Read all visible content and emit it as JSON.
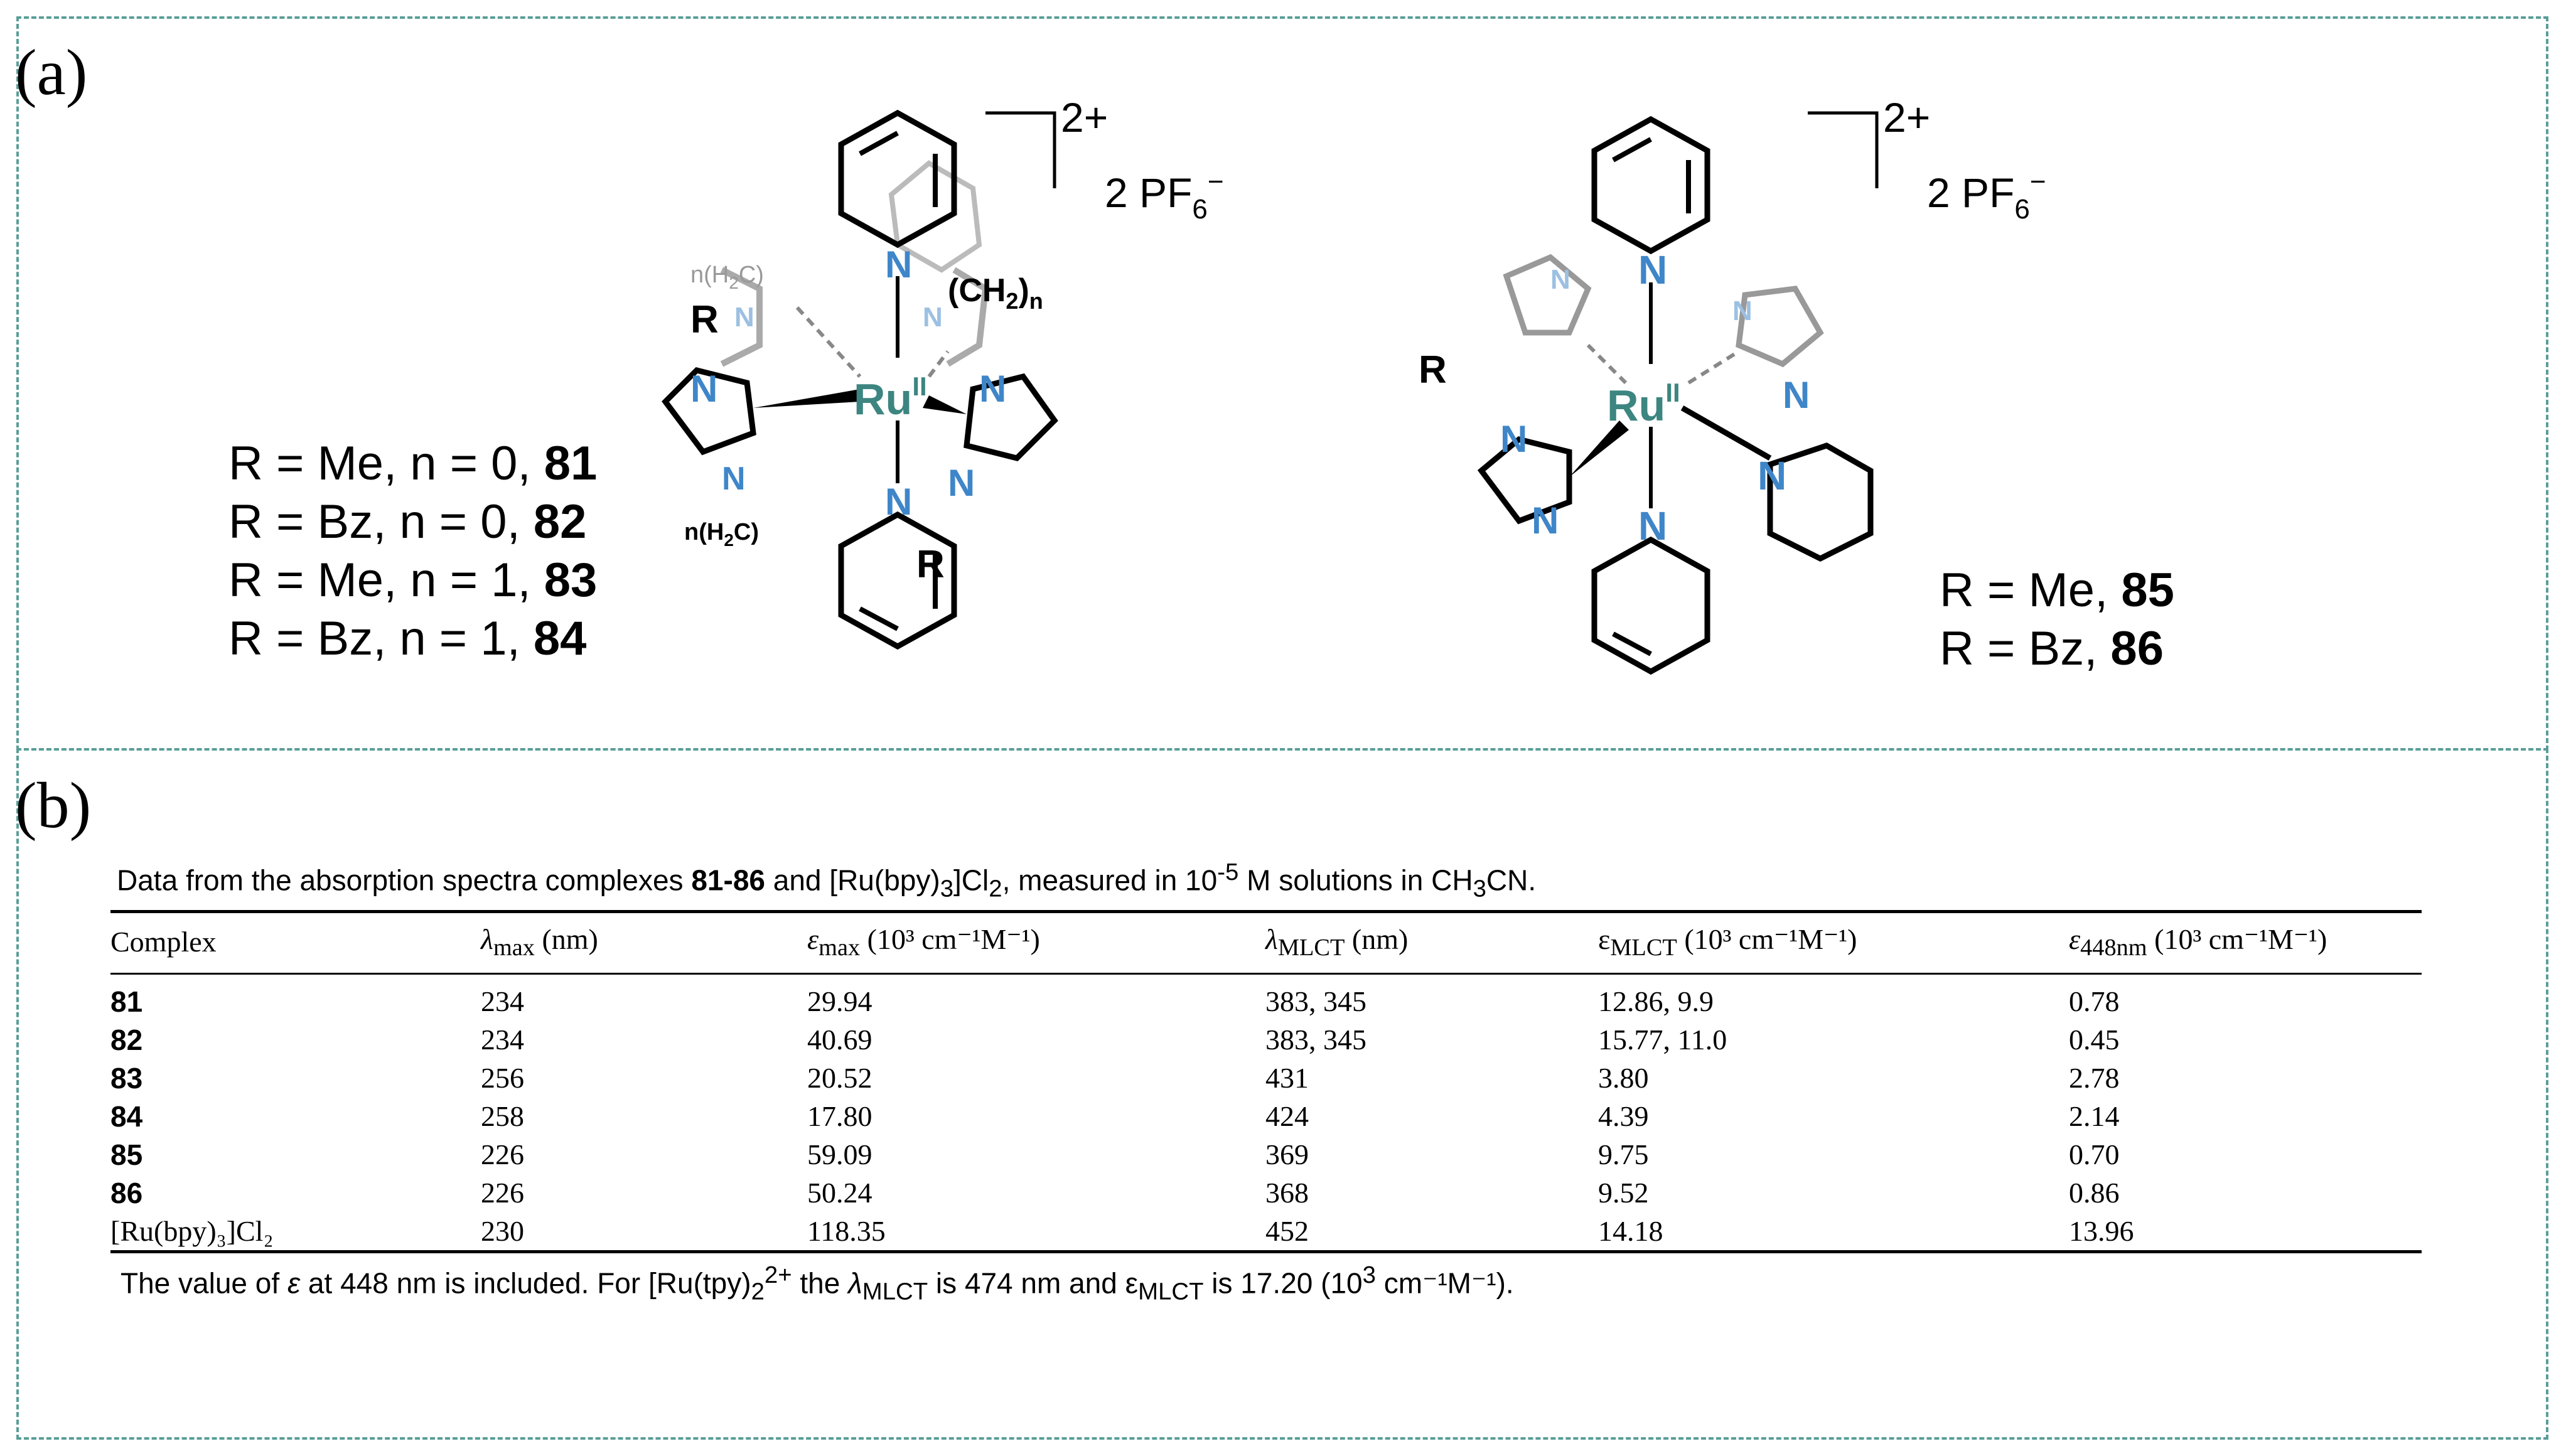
{
  "panel_a": {
    "label": "(a)",
    "complex_left": {
      "charge": "2+",
      "counterion": "2 PF",
      "counterion_sub": "6",
      "counterion_sup": "−",
      "atoms": {
        "metal": "Ru",
        "metal_ox": "II",
        "N": "N",
        "R": "R",
        "ch2n_top_left": "n(H",
        "ch2n_top_right": "(CH",
        "ch2n_bottom_left": "n(H"
      },
      "variants": [
        {
          "text": "R = Me, n = 0, ",
          "id": "81"
        },
        {
          "text": "R = Bz, n = 0, ",
          "id": "82"
        },
        {
          "text": "R = Me, n = 1, ",
          "id": "83"
        },
        {
          "text": "R = Bz, n = 1, ",
          "id": "84"
        }
      ]
    },
    "complex_right": {
      "charge": "2+",
      "counterion": "2 PF",
      "counterion_sub": "6",
      "counterion_sup": "−",
      "atoms": {
        "metal": "Ru",
        "metal_ox": "II",
        "N": "N",
        "R": "R"
      },
      "variants": [
        {
          "text": "R = Me, ",
          "id": "85"
        },
        {
          "text": "R = Bz, ",
          "id": "86"
        }
      ]
    }
  },
  "panel_b": {
    "label": "(b)",
    "caption": {
      "pre": "Data from the absorption spectra complexes ",
      "bold": "81-86",
      "mid": " and [Ru(bpy)",
      "sub1": "3",
      "mid2": "]Cl",
      "sub2": "2",
      "mid3": ",  measured in 10",
      "sup": "-5",
      "post": " M solutions in CH",
      "sub3": "3",
      "end": "CN."
    },
    "table": {
      "headers": [
        {
          "main": "Complex",
          "sub": "",
          "unit": ""
        },
        {
          "main": "λ",
          "sub": "max",
          "unit": " (nm)"
        },
        {
          "main": "ε",
          "sub": "max",
          "unit": " (10³ cm⁻¹M⁻¹)"
        },
        {
          "main": "λ",
          "sub": "MLCT",
          "unit": " (nm)"
        },
        {
          "main": "ε",
          "sub": "MLCT",
          "unit": " (10³ cm⁻¹M⁻¹)"
        },
        {
          "main": "ε",
          "sub": "448nm",
          "unit": " (10³ cm⁻¹M⁻¹)"
        }
      ],
      "rows": [
        {
          "complex": "81",
          "bold": true,
          "cells": [
            "234",
            "29.94",
            "383, 345",
            "12.86, 9.9",
            "0.78"
          ]
        },
        {
          "complex": "82",
          "bold": true,
          "cells": [
            "234",
            "40.69",
            "383, 345",
            "15.77, 11.0",
            "0.45"
          ]
        },
        {
          "complex": "83",
          "bold": true,
          "cells": [
            "256",
            "20.52",
            "431",
            "3.80",
            "2.78"
          ]
        },
        {
          "complex": "84",
          "bold": true,
          "cells": [
            "258",
            "17.80",
            "424",
            "4.39",
            "2.14"
          ]
        },
        {
          "complex": "85",
          "bold": true,
          "cells": [
            "226",
            "59.09",
            "369",
            "9.75",
            "0.70"
          ]
        },
        {
          "complex": "86",
          "bold": true,
          "cells": [
            "226",
            "50.24",
            "368",
            "9.52",
            "0.86"
          ]
        },
        {
          "complex": "[Ru(bpy)₃]Cl₂",
          "bold": false,
          "cells": [
            "230",
            "118.35",
            "452",
            "14.18",
            "13.96"
          ]
        }
      ]
    },
    "footnote": {
      "pre": "The value of ",
      "eps": "ε",
      "mid": " at 448 nm is included. For [Ru(tpy)",
      "sub1": "2",
      "sup1": "2+",
      "mid2": " the ",
      "lam": "λ",
      "sub2": "MLCT",
      "mid3": " is 474 nm and ε",
      "sub3": "MLCT",
      "mid4": " is 17.20 (10",
      "sup2": "3",
      "end": " cm⁻¹M⁻¹)."
    }
  },
  "colors": {
    "frame": "#5a9e98",
    "nitrogen": "#3f86c9",
    "ruthenium": "#3d8580"
  }
}
